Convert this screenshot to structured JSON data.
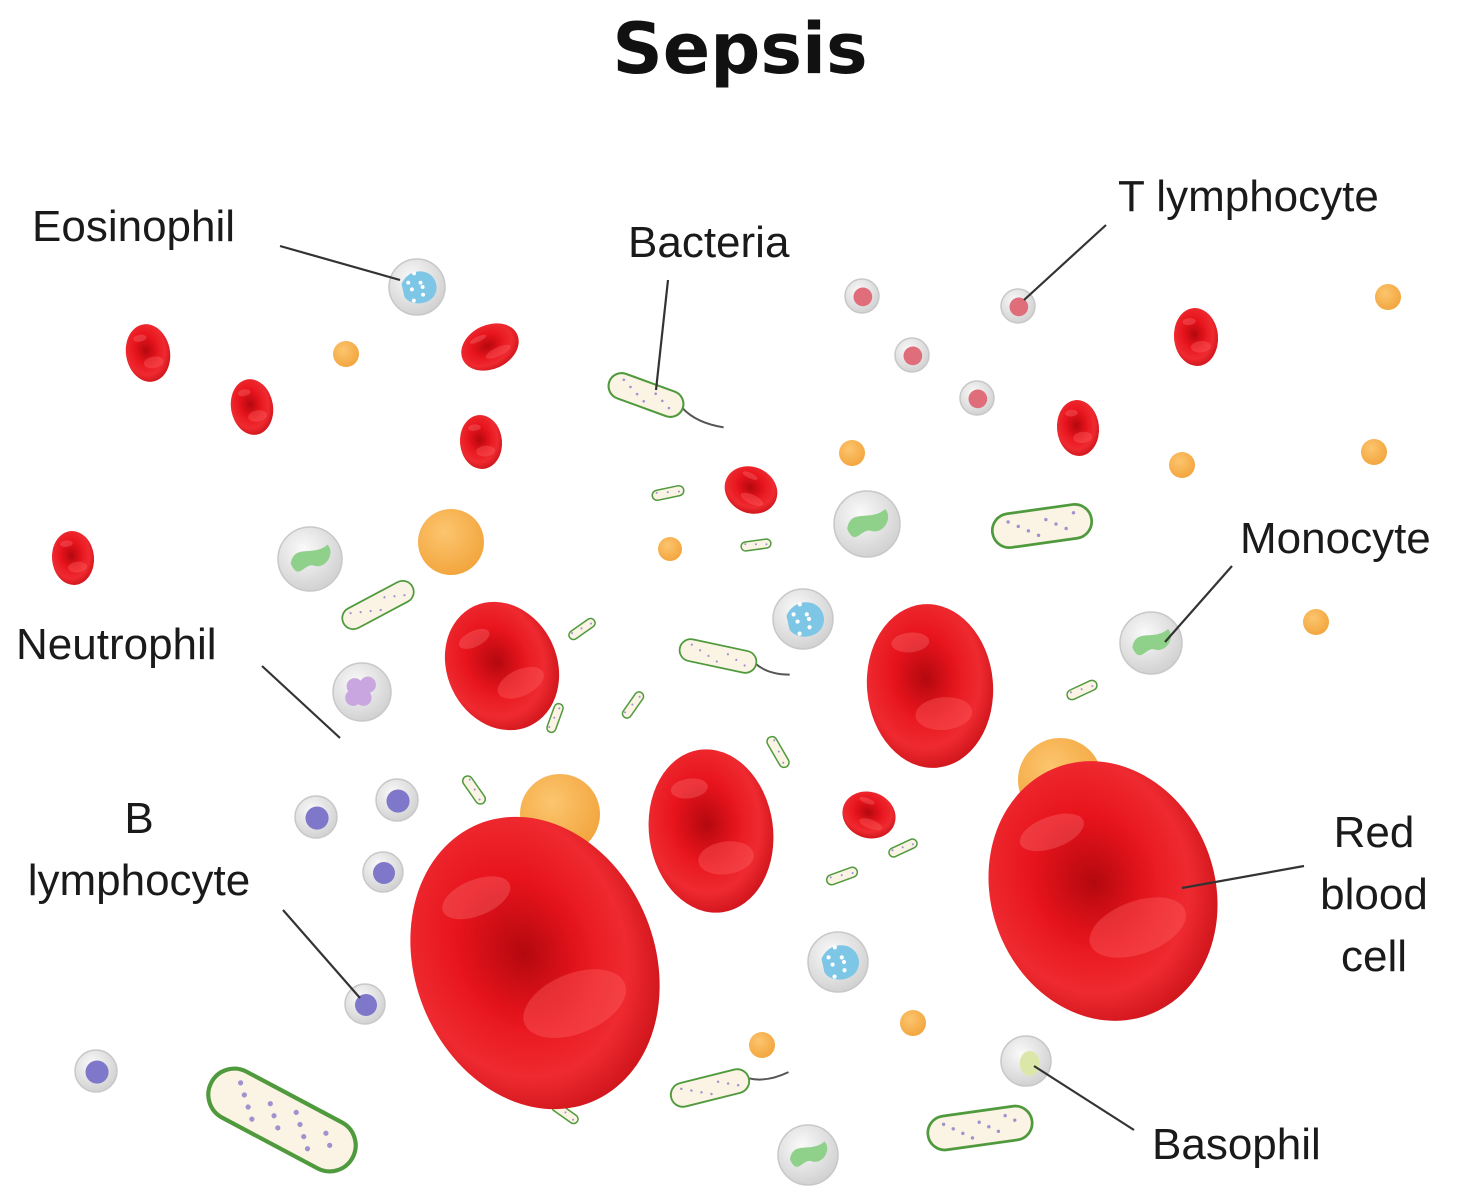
{
  "title": "Sepsis",
  "labels": {
    "eosinophil": "Eosinophil",
    "bacteria": "Bacteria",
    "t_lymphocyte": "T lymphocyte",
    "monocyte": "Monocyte",
    "neutrophil": "Neutrophil",
    "b_lymphocyte": [
      "B",
      "lymphocyte"
    ],
    "red_blood_cell": [
      "Red",
      "blood",
      "cell"
    ],
    "basophil": "Basophil"
  },
  "colors": {
    "rbc": "#e0121b",
    "rbc_dark": "#a60a10",
    "rbc_light": "#ff6a6a",
    "platelet": "#f7b14f",
    "bacteria_outline": "#4f9a3c",
    "bacteria_fill": "#fbf3e4",
    "bacteria_dot": "#7f72c8",
    "eosinophil_nucleus": "#7ec6e6",
    "monocyte_nucleus": "#8fd08a",
    "neutrophil_nucleus": "#c9a6e0",
    "b_lymph_nucleus": "#7f77c9",
    "t_lymph_nucleus": "#df6d7a",
    "basophil_nucleus": "#dbe7a8",
    "cell_body": "#dedede"
  }
}
